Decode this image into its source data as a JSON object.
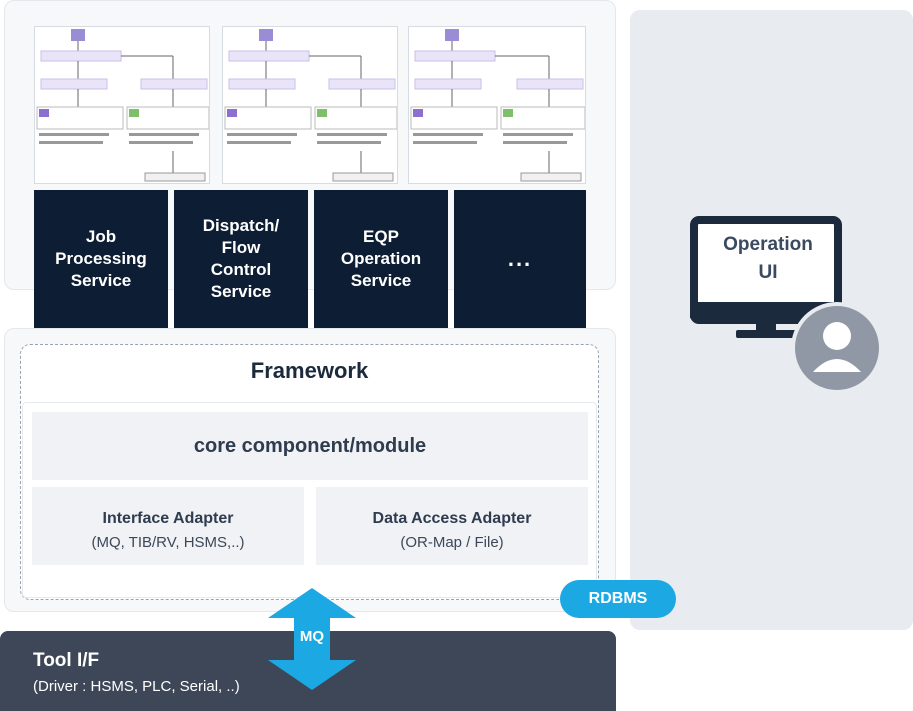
{
  "services": {
    "items": [
      {
        "label": "Job\nProcessing\nService"
      },
      {
        "label": "Dispatch/\nFlow\nControl\nService"
      },
      {
        "label": "EQP\nOperation\nService"
      },
      {
        "label": "..."
      }
    ]
  },
  "operation_ui": {
    "label": "Operation\nUI"
  },
  "framework": {
    "title": "Framework",
    "core": "core component/module",
    "interface_adapter": {
      "title": "Interface Adapter",
      "sub": "(MQ, TIB/RV, HSMS,..)"
    },
    "data_access_adapter": {
      "title": "Data Access Adapter",
      "sub": "(OR-Map / File)"
    }
  },
  "rdbms": "RDBMS",
  "mq": "MQ",
  "tool": {
    "title": "Tool I/F",
    "sub": "(Driver : HSMS, PLC, Serial, ..)"
  },
  "colors": {
    "service_box": "#0d1d33",
    "accent": "#1ba8e3",
    "tool_bar": "#3d4758",
    "monitor": "#1c2a3d",
    "user_icon": "#8f98a4"
  }
}
